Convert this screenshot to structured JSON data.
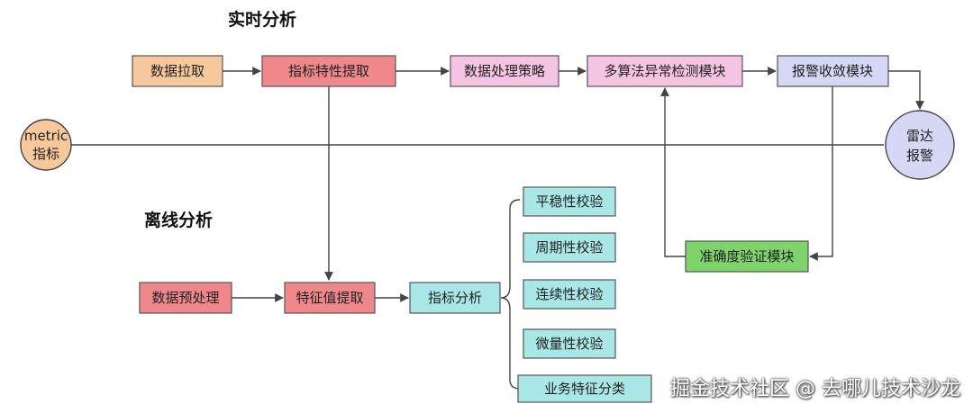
{
  "titles": {
    "realtime": "实时分析",
    "offline": "离线分析"
  },
  "nodes": {
    "metric_line1": "metric",
    "metric_line2": "指标",
    "radar_line1": "雷达",
    "radar_line2": "报警",
    "data_pull": "数据拉取",
    "indicator_feature_extract": "指标特性提取",
    "data_processing_strategy": "数据处理策略",
    "multi_algo_anomaly": "多算法异常检测模块",
    "alert_convergence": "报警收敛模块",
    "accuracy_verification": "准确度验证模块",
    "data_preprocessing": "数据预处理",
    "feature_value_extract": "特征值提取",
    "indicator_analysis": "指标分析",
    "stationarity_check": "平稳性校验",
    "periodicity_check": "周期性校验",
    "continuity_check": "连续性校验",
    "micro_check": "微量性校验",
    "business_feature_classify": "业务特征分类"
  },
  "colors": {
    "orange": "#f7c89b",
    "red": "#f0888b",
    "pink": "#f5c4e3",
    "lavender": "#d6d6f5",
    "green": "#7fd36b",
    "teal": "#a9e7e6",
    "circle_orange": "#f7c89b",
    "circle_lavender": "#d6d6f5",
    "stroke": "#444444"
  },
  "watermark": "掘金技术社区 @ 去哪儿技术沙龙"
}
